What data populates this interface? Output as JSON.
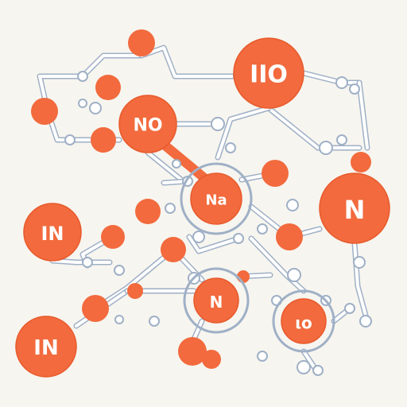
{
  "colors": {
    "background": "#f7f5ef",
    "node_fill": "#f26a3d",
    "node_stroke": "#e85a2c",
    "bond_outline": "#9fb0c6",
    "bond_fill": "#ffffff",
    "label_text": "#ffffff"
  },
  "labels": {
    "node_top_right": "IIO",
    "node_upper_left": "NO",
    "node_center": "Na",
    "node_right": "N",
    "node_left": "IN",
    "node_lower_center": "N",
    "node_lower_right": "ιο",
    "node_bottom_left": "IN"
  }
}
